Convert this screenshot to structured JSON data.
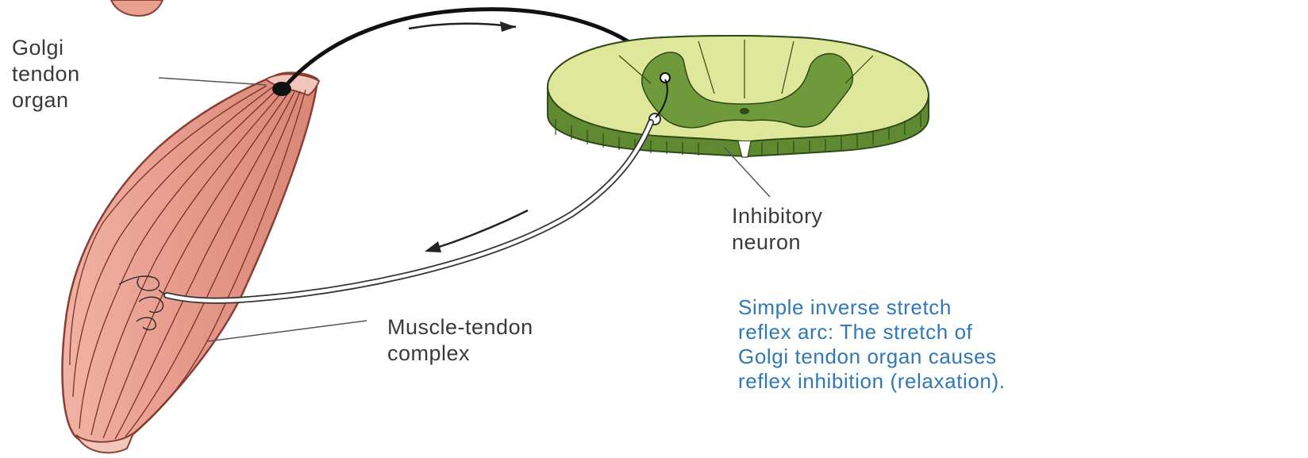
{
  "labels": {
    "golgi_tendon_organ": [
      "Golgi",
      "tendon",
      "organ"
    ],
    "inhibitory_neuron": [
      "Inhibitory",
      "neuron"
    ],
    "muscle_tendon_complex": [
      "Muscle-tendon",
      "complex"
    ]
  },
  "caption": [
    "Simple inverse stretch",
    "reflex arc: The stretch of",
    "Golgi tendon organ causes",
    "reflex inhibition (relaxation)."
  ],
  "colors": {
    "muscle": "#e9a191",
    "muscle_outline": "#8a3f36",
    "spinal_cord_white_matter": "#dfe79a",
    "spinal_cord_grey_matter": "#6f9a3c",
    "spinal_cord_side": "#5f8a32",
    "caption": "#2f78b8",
    "label": "#3a3a3a"
  }
}
